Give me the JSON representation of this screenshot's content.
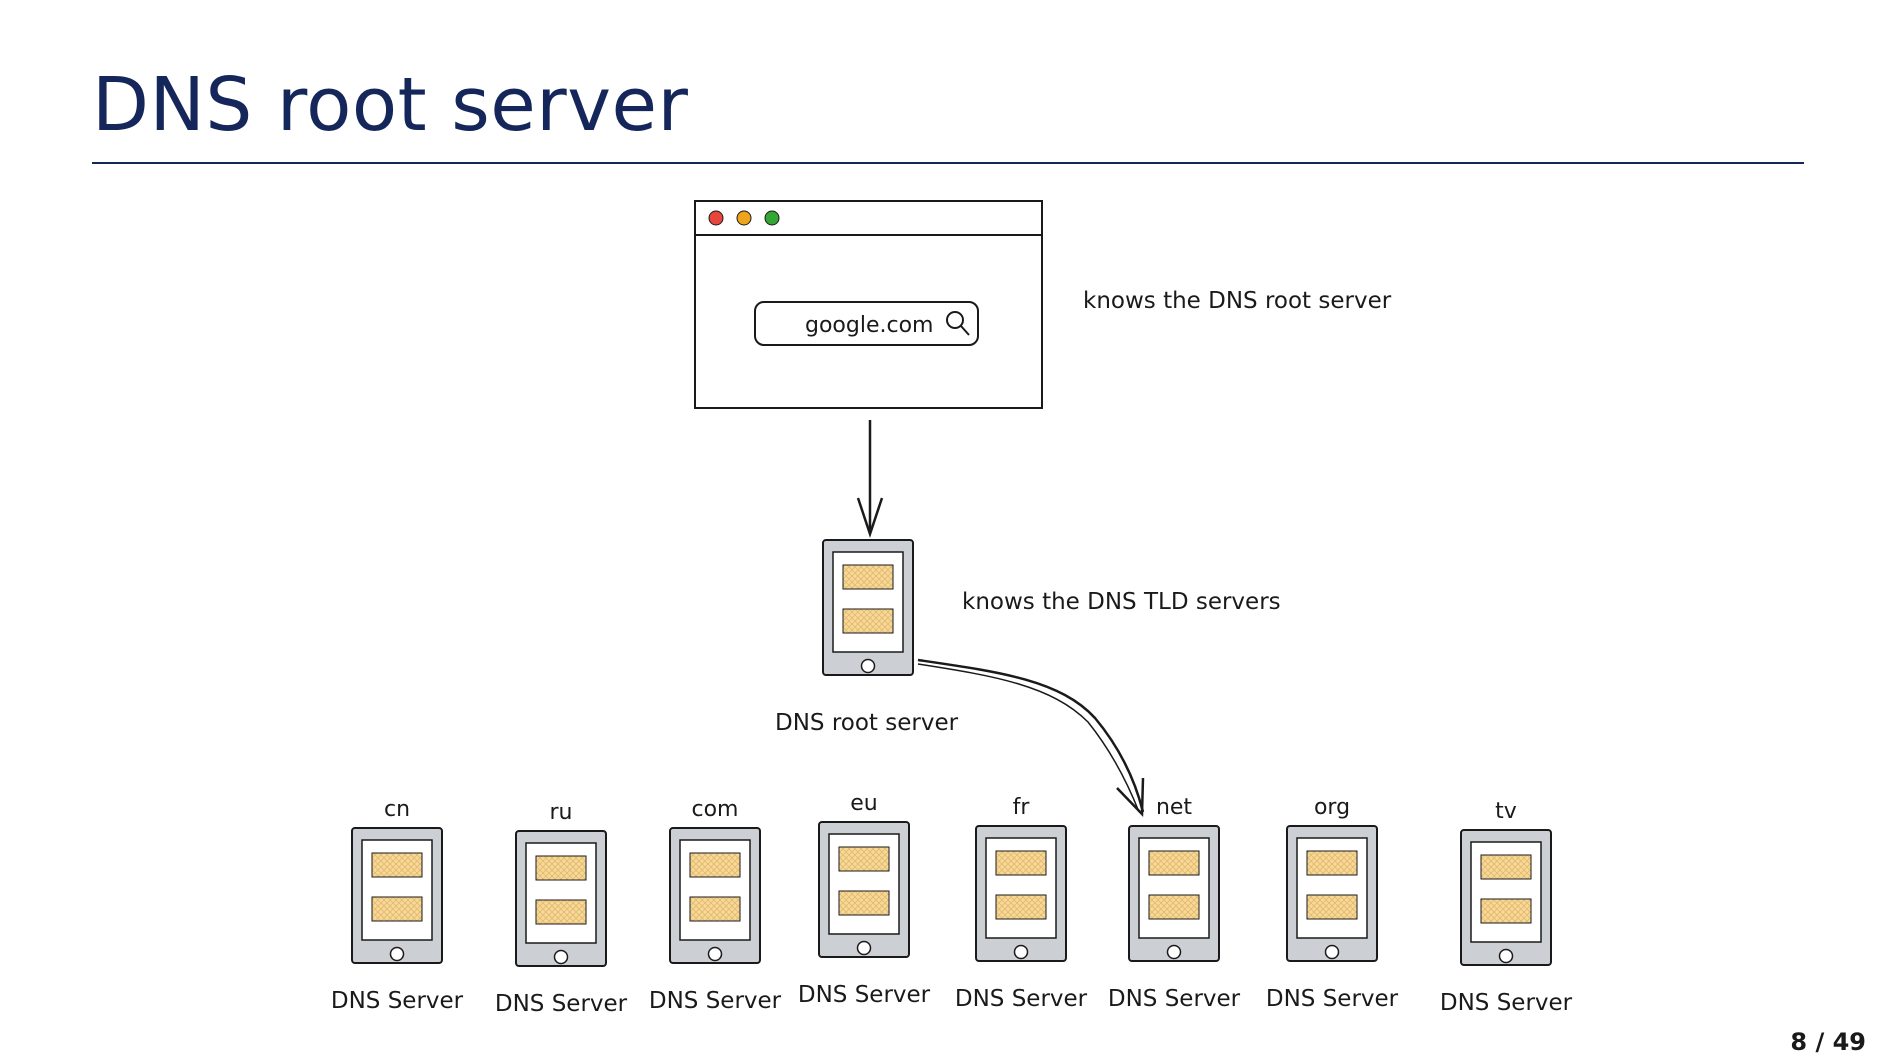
{
  "title": "DNS root server",
  "page": "8 / 49",
  "browser": {
    "search_text": "google.com",
    "window_controls": [
      "#e8463c",
      "#f0a41c",
      "#33a633"
    ]
  },
  "labels": {
    "browser_note": "knows the DNS root server",
    "root_note": "knows the DNS TLD servers",
    "root_name": "DNS root server"
  },
  "tld_servers": [
    {
      "tld": "cn",
      "label": "DNS Server"
    },
    {
      "tld": "ru",
      "label": "DNS Server"
    },
    {
      "tld": "com",
      "label": "DNS Server"
    },
    {
      "tld": "eu",
      "label": "DNS Server"
    },
    {
      "tld": "fr",
      "label": "DNS Server"
    },
    {
      "tld": "net",
      "label": "DNS Server"
    },
    {
      "tld": "org",
      "label": "DNS Server"
    },
    {
      "tld": "tv",
      "label": "DNS Server"
    }
  ],
  "colors": {
    "title": "#15275a",
    "server_body": "#ccd0d4",
    "server_slot": "#f5d99a",
    "stroke": "#1a1a1a"
  }
}
